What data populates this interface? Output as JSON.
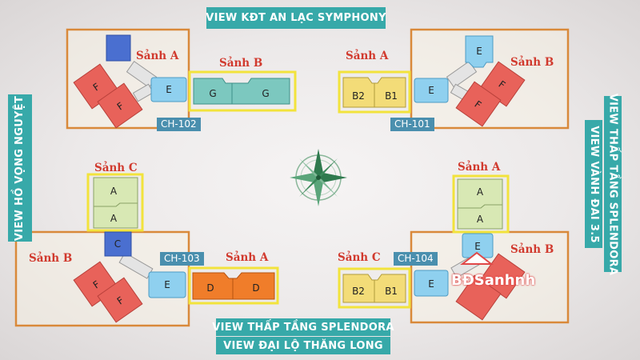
{
  "banners": {
    "top": "VIEW KĐT AN LẠC SYMPHONY",
    "bottom_1": "VIEW THẤP TẦNG SPLENDORA",
    "bottom_2": "VIEW ĐẠI LỘ THĂNG LONG",
    "left": "VIEW HỒ VỌNG NGUYỆT",
    "right_1": "VIEW THẤP TẦNG SPLENDORA",
    "right_2": "VIEW VÀNH ĐAI 3.5"
  },
  "tags": {
    "ch102": "CH-102",
    "ch101": "CH-101",
    "ch103": "CH-103",
    "ch104": "CH-104"
  },
  "lobbies": {
    "tl_a": "Sảnh A",
    "tl_b": "Sảnh B",
    "tr_a": "Sảnh A",
    "tr_b": "Sảnh B",
    "bl_c": "Sảnh C",
    "bl_b": "Sảnh B",
    "bl_a": "Sảnh A",
    "br_a": "Sảnh A",
    "br_c": "Sảnh C",
    "br_b": "Sảnh B"
  },
  "units": {
    "f": "F",
    "e": "E",
    "g": "G",
    "b1": "B1",
    "b2": "B2",
    "a": "A",
    "c": "C",
    "d": "D"
  },
  "watermark": "BĐSanhnh",
  "colors": {
    "banner": "#37a9a9",
    "frame_orange": "#d9893a",
    "frame_yellow": "#f2e33c",
    "unit_f": "#e8625a",
    "unit_e": "#8fd0ef",
    "unit_g": "#7cc8bf",
    "unit_b": "#f3dc78",
    "unit_a": "#d8e8b4",
    "unit_c": "#4a6fd0",
    "unit_d": "#f07d2a",
    "tag": "#4a8fae",
    "lobby_text": "#d13a2e"
  }
}
